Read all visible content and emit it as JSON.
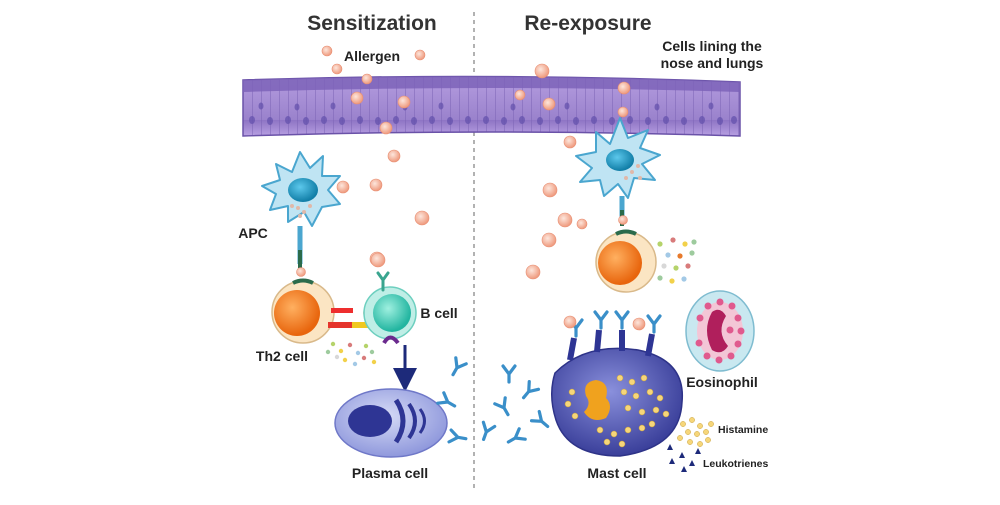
{
  "headers": {
    "sensitization": "Sensitization",
    "reexposure": "Re-exposure"
  },
  "labels": {
    "allergen": "Allergen",
    "lining_line1": "Cells lining the",
    "lining_line2": "nose and lungs",
    "apc": "APC",
    "b_cell": "B cell",
    "th2_cell": "Th2 cell",
    "plasma_cell": "Plasma cell",
    "mast_cell": "Mast cell",
    "eosinophil": "Eosinophil",
    "histamine": "Histamine",
    "leukotrienes": "Leukotrienes"
  },
  "colors": {
    "epithelium": "#a88fd0",
    "epithelium_nuclei": "#6f5bb0",
    "allergen": "#f2a98f",
    "apc": "#b9e1f1",
    "apc_nucleus": "#1e9bc7",
    "t_cell_nucleus": "#f07c1e",
    "t_cell_body": "#fbe5c3",
    "b_cell": "#4dc9b6",
    "plasma_cell": "#a9b2e8",
    "mast_cell": "#6a70c4",
    "antibody": "#3a8fc9",
    "eosinophil": "#c6e6ee",
    "arrow": "#1d2a7a",
    "divider": "#888888"
  }
}
